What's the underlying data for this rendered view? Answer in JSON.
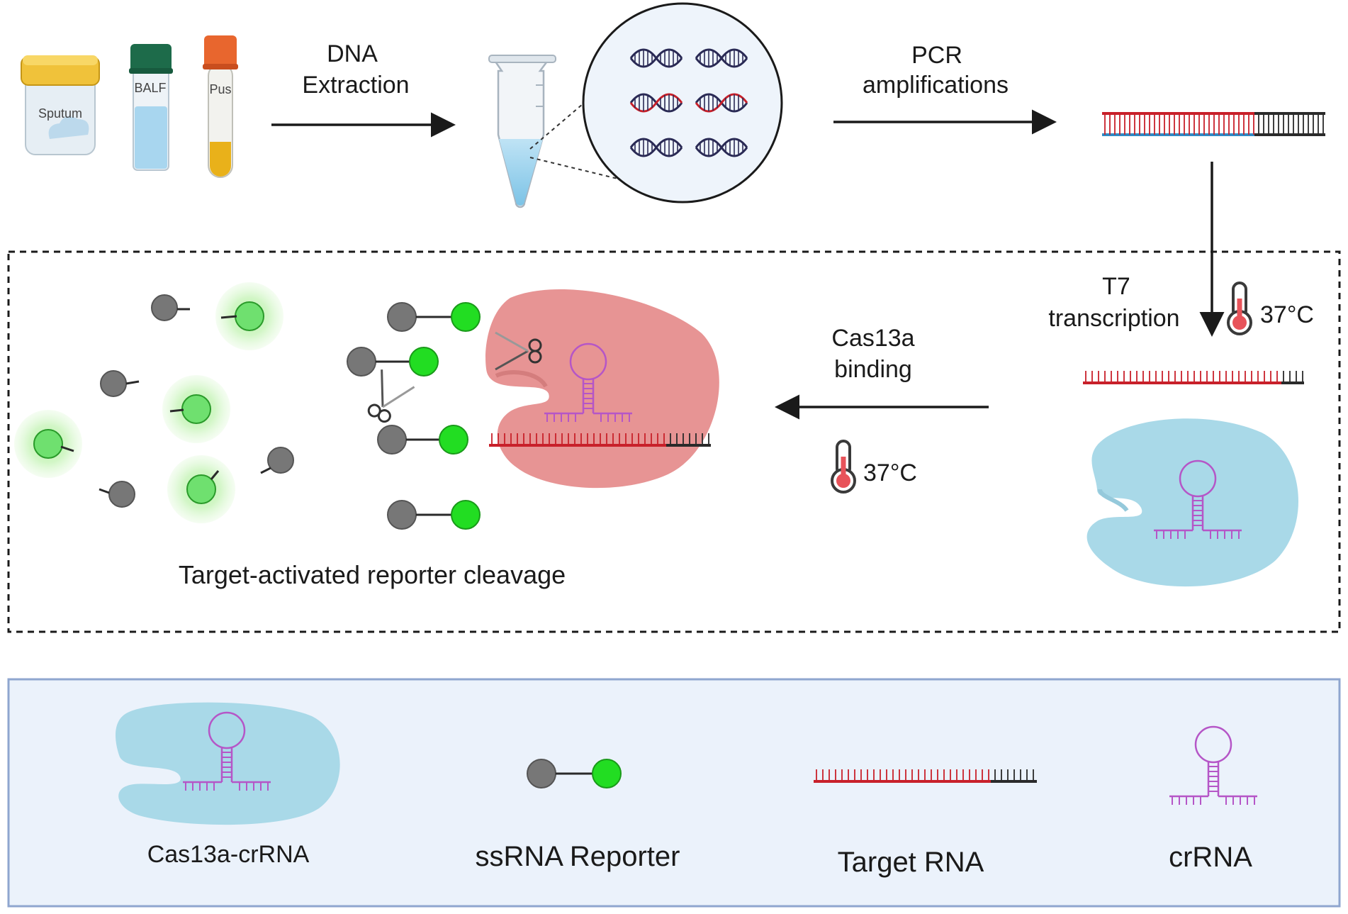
{
  "samples": {
    "sputum": "Sputum",
    "balf": "BALF",
    "pus": "Pus"
  },
  "steps": {
    "dna_extraction_line1": "DNA",
    "dna_extraction_line2": "Extraction",
    "pcr_line1": "PCR",
    "pcr_line2": "amplifications",
    "t7_line1": "T7",
    "t7_line2": "transcription",
    "t7_temp": "37°C",
    "cas_line1": "Cas13a",
    "cas_line2": "binding",
    "cas_temp": "37°C",
    "cleavage": "Target-activated  reporter  cleavage"
  },
  "legend": {
    "cas13a_crrna": "Cas13a-crRNA",
    "ssrna_reporter": "ssRNA  Reporter",
    "target_rna": "Target RNA",
    "crrna": "crRNA"
  },
  "colors": {
    "target_rna_red": "#c8202a",
    "reporter_green": "#22dd22",
    "quencher_grey": "#777777",
    "cas13a_blue": "#a9d9e8",
    "activated_cas13a_red": "#e79494",
    "crrna_purple": "#b556c7",
    "legend_background": "#ebf2fb",
    "legend_border": "#8fa6cf"
  }
}
